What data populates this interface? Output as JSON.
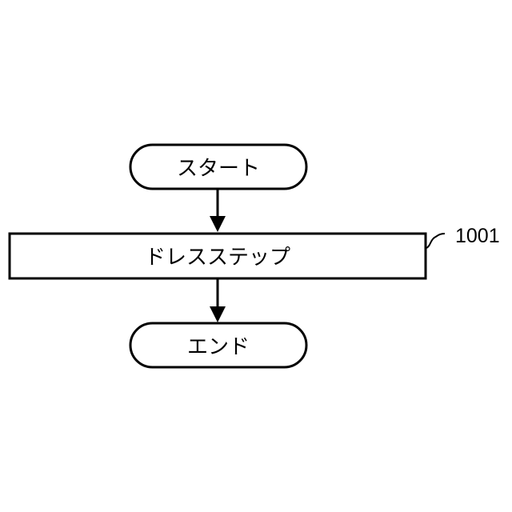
{
  "diagram": {
    "start": {
      "label": "スタート"
    },
    "step": {
      "label": "ドレスステップ",
      "reference": "1001"
    },
    "end": {
      "label": "エンド"
    }
  }
}
